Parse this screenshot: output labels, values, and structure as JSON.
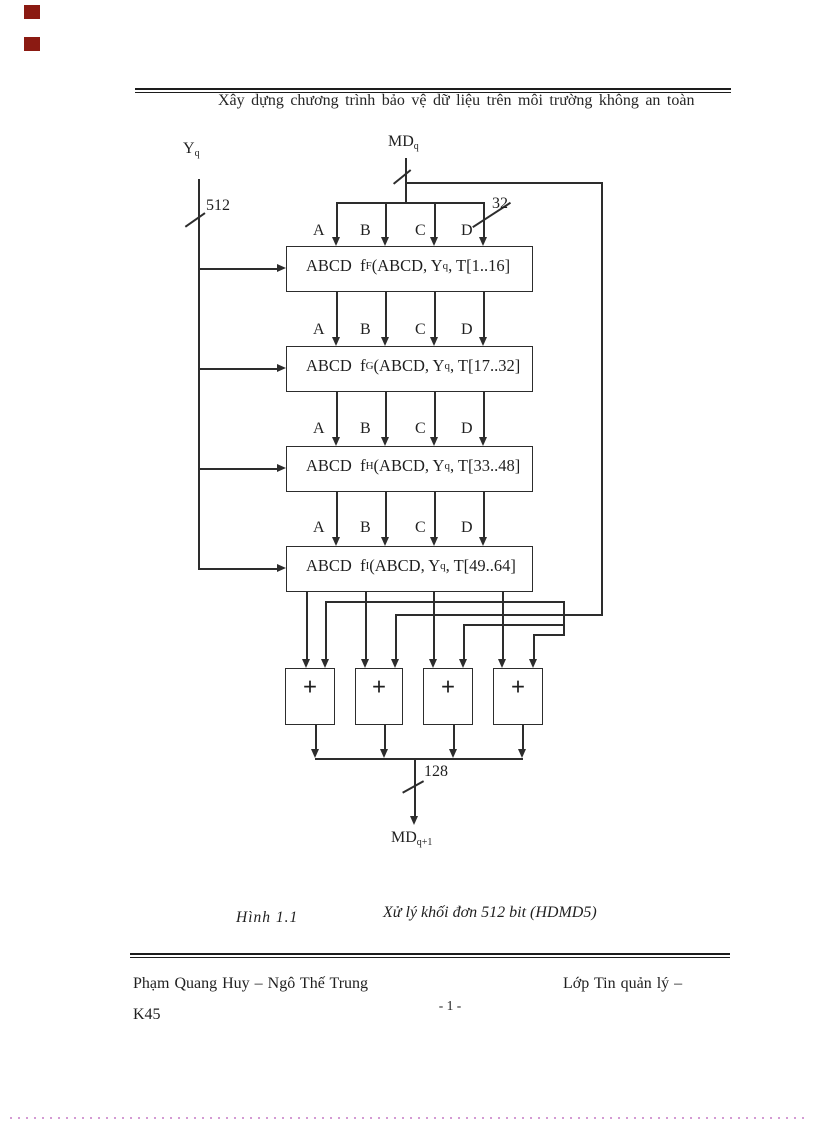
{
  "markers": {
    "color": "#8b1a12",
    "count": 2
  },
  "header": {
    "title": "Xây dựng chương trình bảo vệ dữ liệu trên môi trường không an toàn"
  },
  "diagram": {
    "input": {
      "base": "Y",
      "sub": "q"
    },
    "input_bits": "512",
    "md_in": {
      "base": "MD",
      "sub": "q"
    },
    "word_bits": "32",
    "registers": [
      "A",
      "B",
      "C",
      "D"
    ],
    "rounds": [
      {
        "prefix": "ABCD  f",
        "fsub": "F",
        "mid": "(ABCD, Y",
        "qsub": "q",
        "tail": ", T[1..16]"
      },
      {
        "prefix": "ABCD  f",
        "fsub": "G",
        "mid": "(ABCD, Y",
        "qsub": "q",
        "tail": ", T[17..32]"
      },
      {
        "prefix": "ABCD  f",
        "fsub": "H",
        "mid": "(ABCD, Y",
        "qsub": "q",
        "tail": ", T[33..48]"
      },
      {
        "prefix": "ABCD  f",
        "fsub": "I",
        "mid": "(ABCD, Y",
        "qsub": "q",
        "tail": ", T[49..64]"
      }
    ],
    "adder_symbol": "+",
    "output_bits": "128",
    "md_out": {
      "base": "MD",
      "sub": "q+1"
    }
  },
  "caption": {
    "label": "Hình 1.1",
    "title": "Xử lý khối đơn 512 bit (HDMD5)"
  },
  "footer": {
    "authors": "Phạm Quang Huy – Ngô Thế Trung",
    "class_line1": "Lớp Tin quản lý –",
    "class_line2": "K45",
    "page_number": "- 1 -"
  },
  "colors": {
    "line": "#2d2d2d",
    "dotted_margin": "#d49bd4"
  }
}
